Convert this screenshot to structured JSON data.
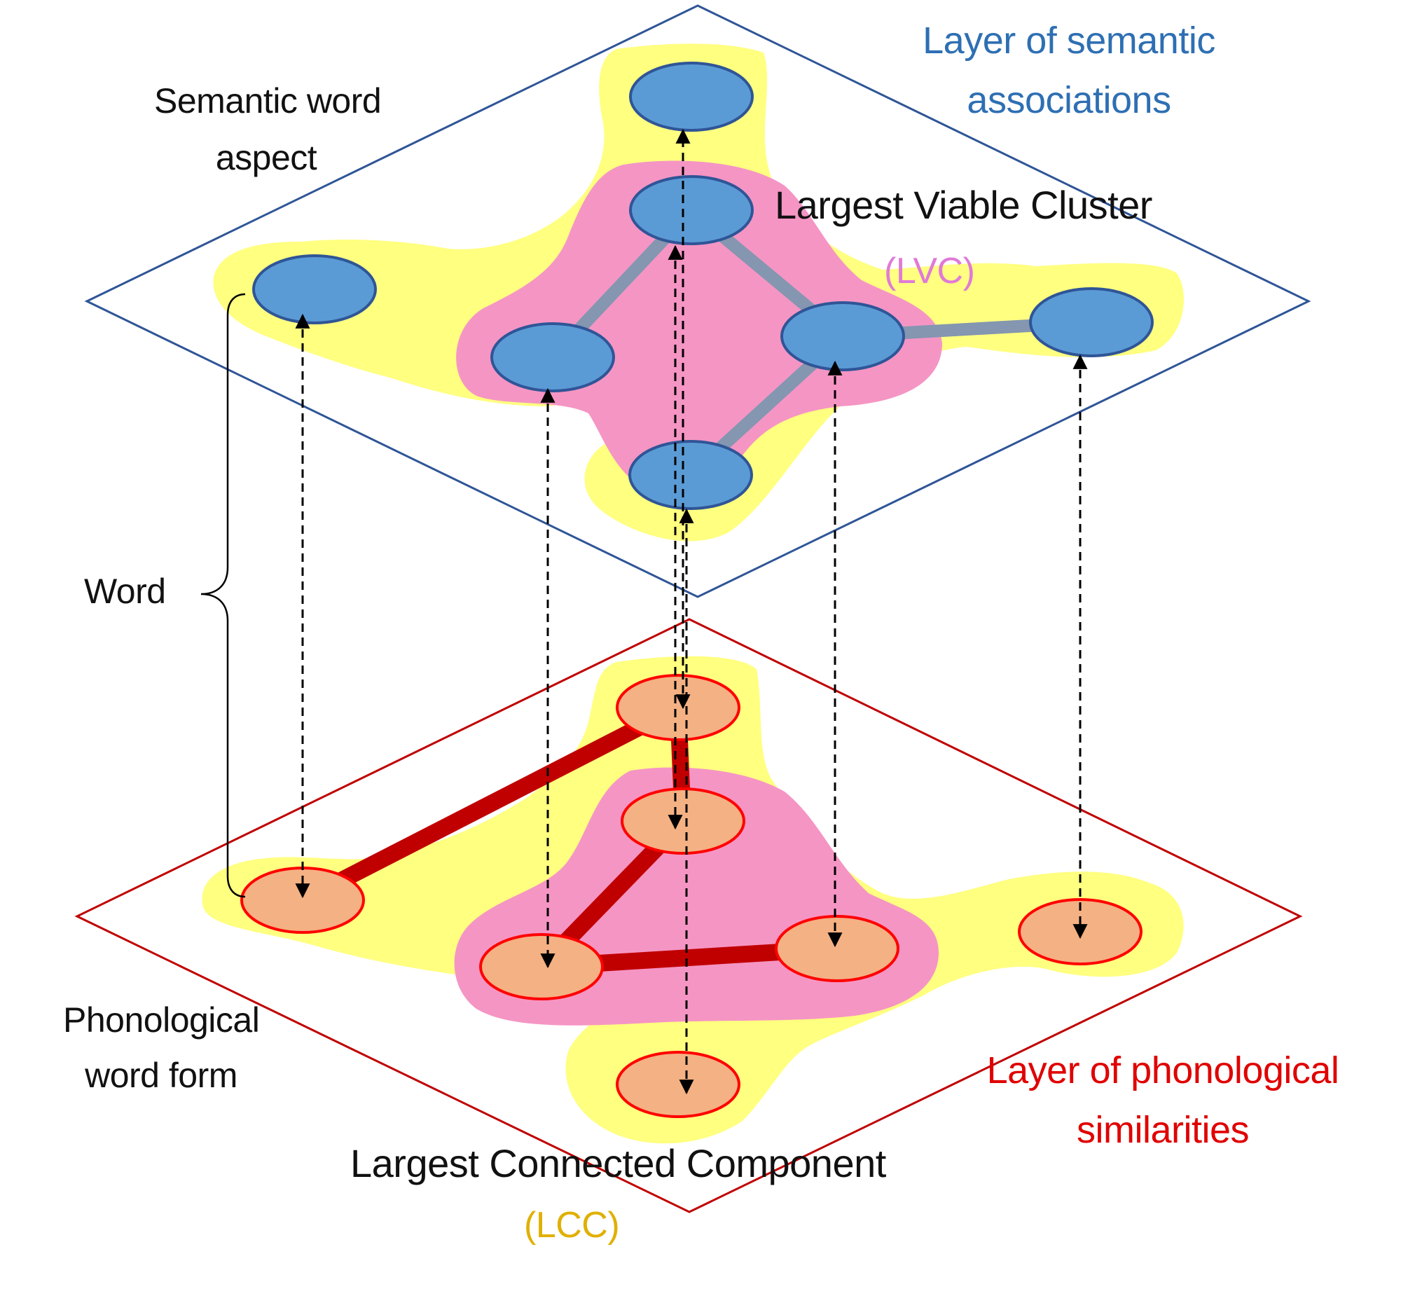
{
  "colors": {
    "semantic_layer_border": "#2f5597",
    "phonological_layer_border": "#c00000",
    "lcc_region": "#ffff80",
    "lvc_region": "#f595c4",
    "semantic_node_fill": "#5b9bd5",
    "semantic_node_border": "#2f5597",
    "semantic_edge": "#8496b0",
    "phonological_node_fill": "#f4b183",
    "phonological_node_border": "#ff0000",
    "phonological_edge": "#c00000"
  },
  "labels": {
    "semantic_layer": [
      "Layer of semantic",
      "associations"
    ],
    "semantic_aspect": [
      "Semantic word",
      "aspect"
    ],
    "lvc_name": "Largest Viable Cluster",
    "lvc_abbr": "(LVC)",
    "word": "Word",
    "phonological_form": [
      "Phonological",
      "word form"
    ],
    "phonological_layer": [
      "Layer of phonological",
      "similarities"
    ],
    "lcc_name": "Largest Connected Component",
    "lcc_abbr": "(LCC)"
  },
  "semantic_nodes": [
    "S1",
    "S2",
    "S3",
    "S4",
    "S5",
    "S6",
    "S7"
  ],
  "phonological_nodes": [
    "P1",
    "P2",
    "P3",
    "P4",
    "P5",
    "P6",
    "P7"
  ],
  "semantic_edges": [
    [
      "S2",
      "S4"
    ],
    [
      "S2",
      "S5"
    ],
    [
      "S5",
      "S6"
    ],
    [
      "S5",
      "S7"
    ]
  ],
  "phonological_edges": [
    [
      "P1",
      "P2"
    ],
    [
      "P2",
      "P3"
    ],
    [
      "P3",
      "P4"
    ],
    [
      "P4",
      "P5"
    ]
  ]
}
